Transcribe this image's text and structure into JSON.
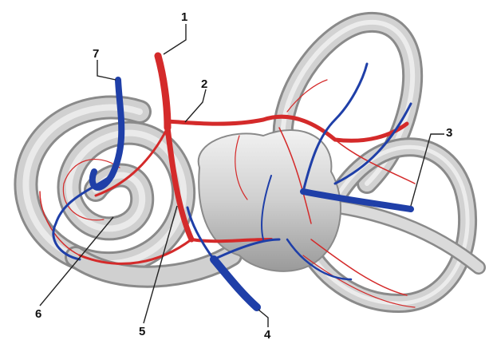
{
  "figure": {
    "colors": {
      "background": "#ffffff",
      "bone_fill": "#cfcfcf",
      "bone_edge": "#8a8a8a",
      "bone_highlight": "#f2f2f2",
      "artery": "#d42a2a",
      "vein": "#1f3fa8",
      "label": "#111111"
    },
    "callouts": [
      {
        "id": "1",
        "text": "1",
        "marks": "artery-trunk"
      },
      {
        "id": "2",
        "text": "2",
        "marks": "artery-branch"
      },
      {
        "id": "3",
        "text": "3",
        "marks": "vein-canal"
      },
      {
        "id": "4",
        "text": "4",
        "marks": "vein-bottom"
      },
      {
        "id": "5",
        "text": "5",
        "marks": "artery-cochlear"
      },
      {
        "id": "6",
        "text": "6",
        "marks": "cochlea-vessel"
      },
      {
        "id": "7",
        "text": "7",
        "marks": "vein-cochlear"
      }
    ]
  }
}
